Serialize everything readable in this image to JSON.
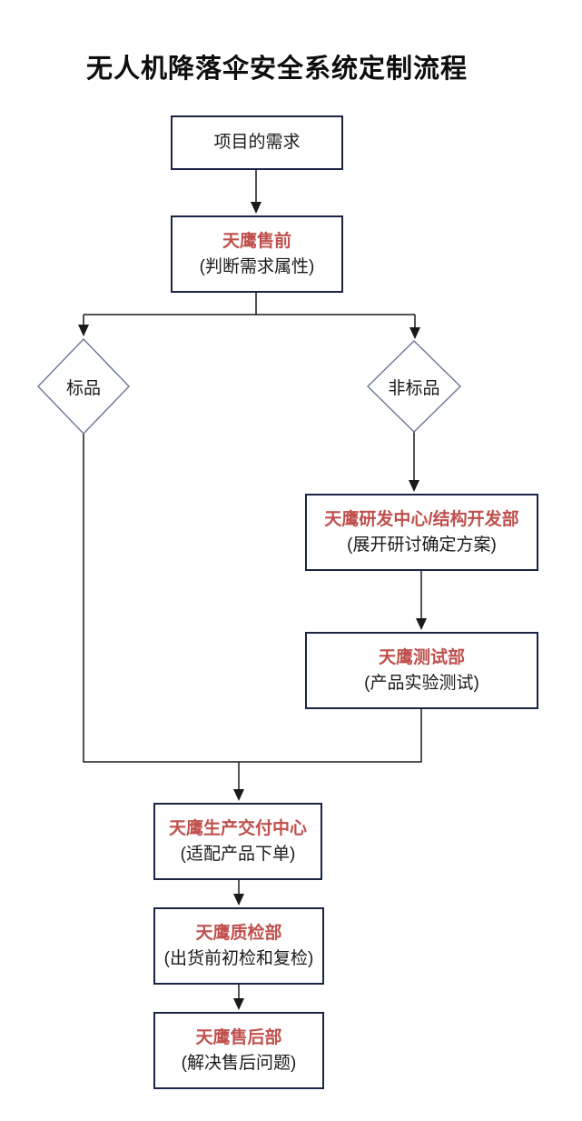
{
  "title": "无人机降落伞安全系统定制流程",
  "colors": {
    "accent_red": "#c0504d",
    "box_border": "#1b2444",
    "diamond_border": "#6b7694",
    "line": "#1a1a1a",
    "text": "#1a1a1a",
    "background": "#ffffff"
  },
  "nodes": {
    "requirement": {
      "label": "项目的需求"
    },
    "presales": {
      "label": "天鹰售前",
      "sublabel": "(判断需求属性)"
    },
    "standard": {
      "label": "标品"
    },
    "nonstandard": {
      "label": "非标品"
    },
    "rnd": {
      "label": "天鹰研发中心/结构开发部",
      "sublabel": "(展开研讨确定方案)"
    },
    "testing": {
      "label": "天鹰测试部",
      "sublabel": "(产品实验测试)"
    },
    "delivery": {
      "label": "天鹰生产交付中心",
      "sublabel": "(适配产品下单)"
    },
    "qc": {
      "label": "天鹰质检部",
      "sublabel": "(出货前初检和复检)"
    },
    "aftersales": {
      "label": "天鹰售后部",
      "sublabel": "(解决售后问题)"
    }
  }
}
